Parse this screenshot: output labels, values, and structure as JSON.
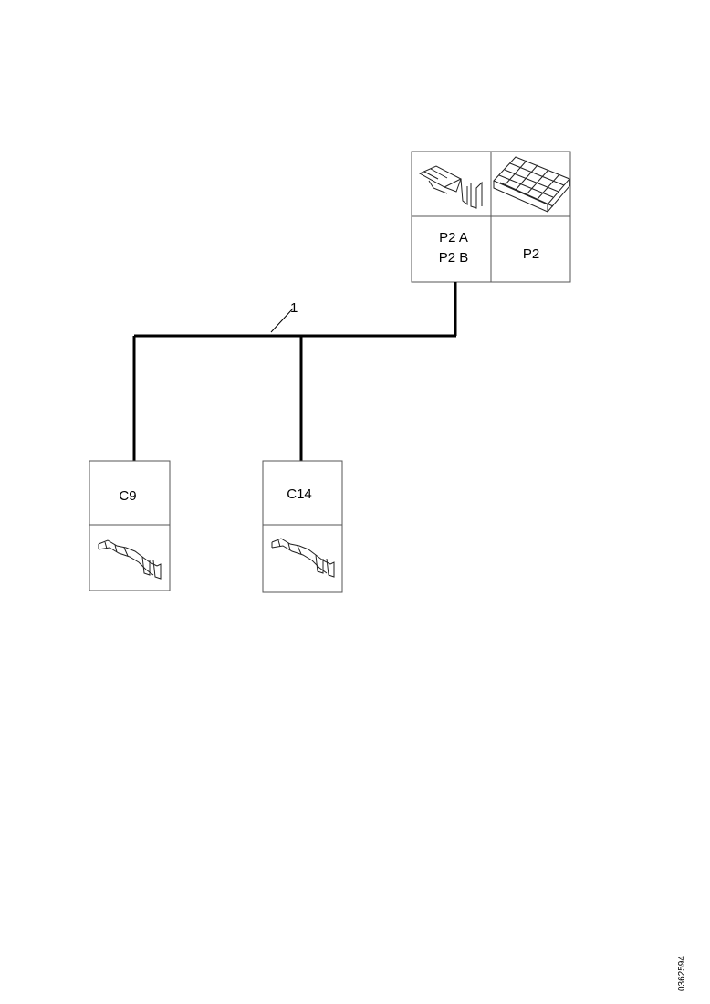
{
  "connectors": {
    "p2_ab": {
      "line1": "P2 A",
      "line2": "P2 B",
      "icon": "single-terminal-connector-icon"
    },
    "p2": {
      "label": "P2",
      "icon": "multi-pin-connector-block-icon"
    },
    "c9": {
      "label": "C9",
      "icon": "terminal-clip-icon"
    },
    "c14": {
      "label": "C14",
      "icon": "terminal-clip-icon"
    }
  },
  "wire": {
    "label": "1"
  },
  "document_id": "0362594",
  "colors": {
    "line": "#000000",
    "border": "#555555",
    "background": "#ffffff"
  }
}
